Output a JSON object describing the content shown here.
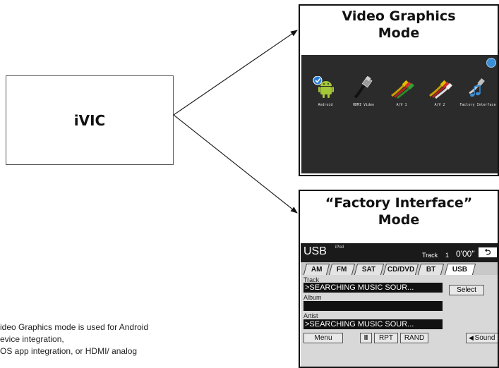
{
  "ivic": {
    "label": "iVIC"
  },
  "video_graphics": {
    "title_line1": "Video Graphics",
    "title_line2": "Mode",
    "apps": [
      {
        "label": "Android",
        "icon": "android-icon"
      },
      {
        "label": "HDMI Video",
        "icon": "hdmi-cable-icon"
      },
      {
        "label": "A/V 1",
        "icon": "rca-cable-icon"
      },
      {
        "label": "A/V 2",
        "icon": "rca-cable-icon"
      },
      {
        "label": "Factory Interface",
        "icon": "factory-music-icon"
      }
    ]
  },
  "factory_interface": {
    "title_line1": "“Factory Interface”",
    "title_line2": "Mode",
    "screen": {
      "source": "USB",
      "sub_source": "iPod",
      "track_label": "Track",
      "track_number": "1",
      "time": "0'00\"",
      "back_symbol": "⮌",
      "tabs": [
        "AM",
        "FM",
        "SAT",
        "CD/DVD",
        "BT",
        "USB"
      ],
      "active_tab": "USB",
      "fields": [
        {
          "label": "Track",
          "value": ">SEARCHING MUSIC SOUR..."
        },
        {
          "label": "Album",
          "value": ""
        },
        {
          "label": "Artist",
          "value": ">SEARCHING MUSIC SOUR..."
        }
      ],
      "select_label": "Select",
      "buttons": {
        "menu": "Menu",
        "pause": "II",
        "rpt": "RPT",
        "rand": "RAND",
        "sound": "Sound"
      }
    }
  },
  "description": {
    "lines": [
      "ideo Graphics mode is used for Android",
      "evice integration,",
      "OS app integration, or HDMI/ analog"
    ]
  },
  "colors": {
    "screen_dark": "#2b2b2b",
    "android_green": "#a4c639",
    "check_blue": "#2a7fd4"
  }
}
